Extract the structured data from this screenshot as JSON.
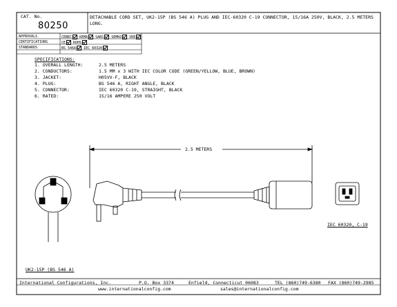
{
  "header": {
    "cat_no_label": "CAT. No.",
    "cat_no": "80250",
    "description": "DETACHABLE CORD SET, UK2-15P (BS 546 A) PLUG AND IEC-60320 C-19 CONNECTOR, 15/16A 250V, BLACK, 2.5 METERS LONG."
  },
  "rows": {
    "approvals": {
      "label": "APPROVALS",
      "items": [
        "CEBEC",
        "KEMA",
        "SABS",
        "SEMKO",
        "VDE"
      ]
    },
    "certifications": {
      "label": "CERTIFICATIONS",
      "items": [
        "CE",
        "ROHS"
      ]
    },
    "standards": {
      "label": "STANDARDS",
      "items": [
        "BS 546A",
        "IEC 60320"
      ]
    }
  },
  "specs": {
    "heading": "SPECIFICATIONS:",
    "items": [
      {
        "label": "1. OVERALL LENGTH:",
        "value": "2.5 METERS"
      },
      {
        "label": "2. CONDUCTORS:",
        "value": "1.5 MM x 3 WITH IEC COLOR CODE (GREEN/YELLOW, BLUE, BROWN)"
      },
      {
        "label": "3. JACKET:",
        "value": "H05VV-F, BLACK"
      },
      {
        "label": "4. PLUG:",
        "value": "BS 546 A, RIGHT ANGLE, BLACK"
      },
      {
        "label": "5. CONNECTOR:",
        "value": "IEC 60320 C-19, STRAIGHT, BLACK"
      },
      {
        "label": "6. RATED:",
        "value": "15/16 AMPERE 250 VOLT"
      }
    ]
  },
  "drawing": {
    "length_label": "2.5 METERS",
    "connector_label": "IEC 60320, C-19",
    "plug_label": "UK2-15P (BS 546 A)"
  },
  "footer": {
    "company": "International Configurations, Inc.",
    "po_box": "P.O. Box 3374",
    "address": "Enfield, Connecticut 06083",
    "tel": "TEL (860)749-6380",
    "fax": "FAX (860)749-2985",
    "web": "www.internationalconfig.com",
    "email": "sales@internationalconfig.com"
  }
}
